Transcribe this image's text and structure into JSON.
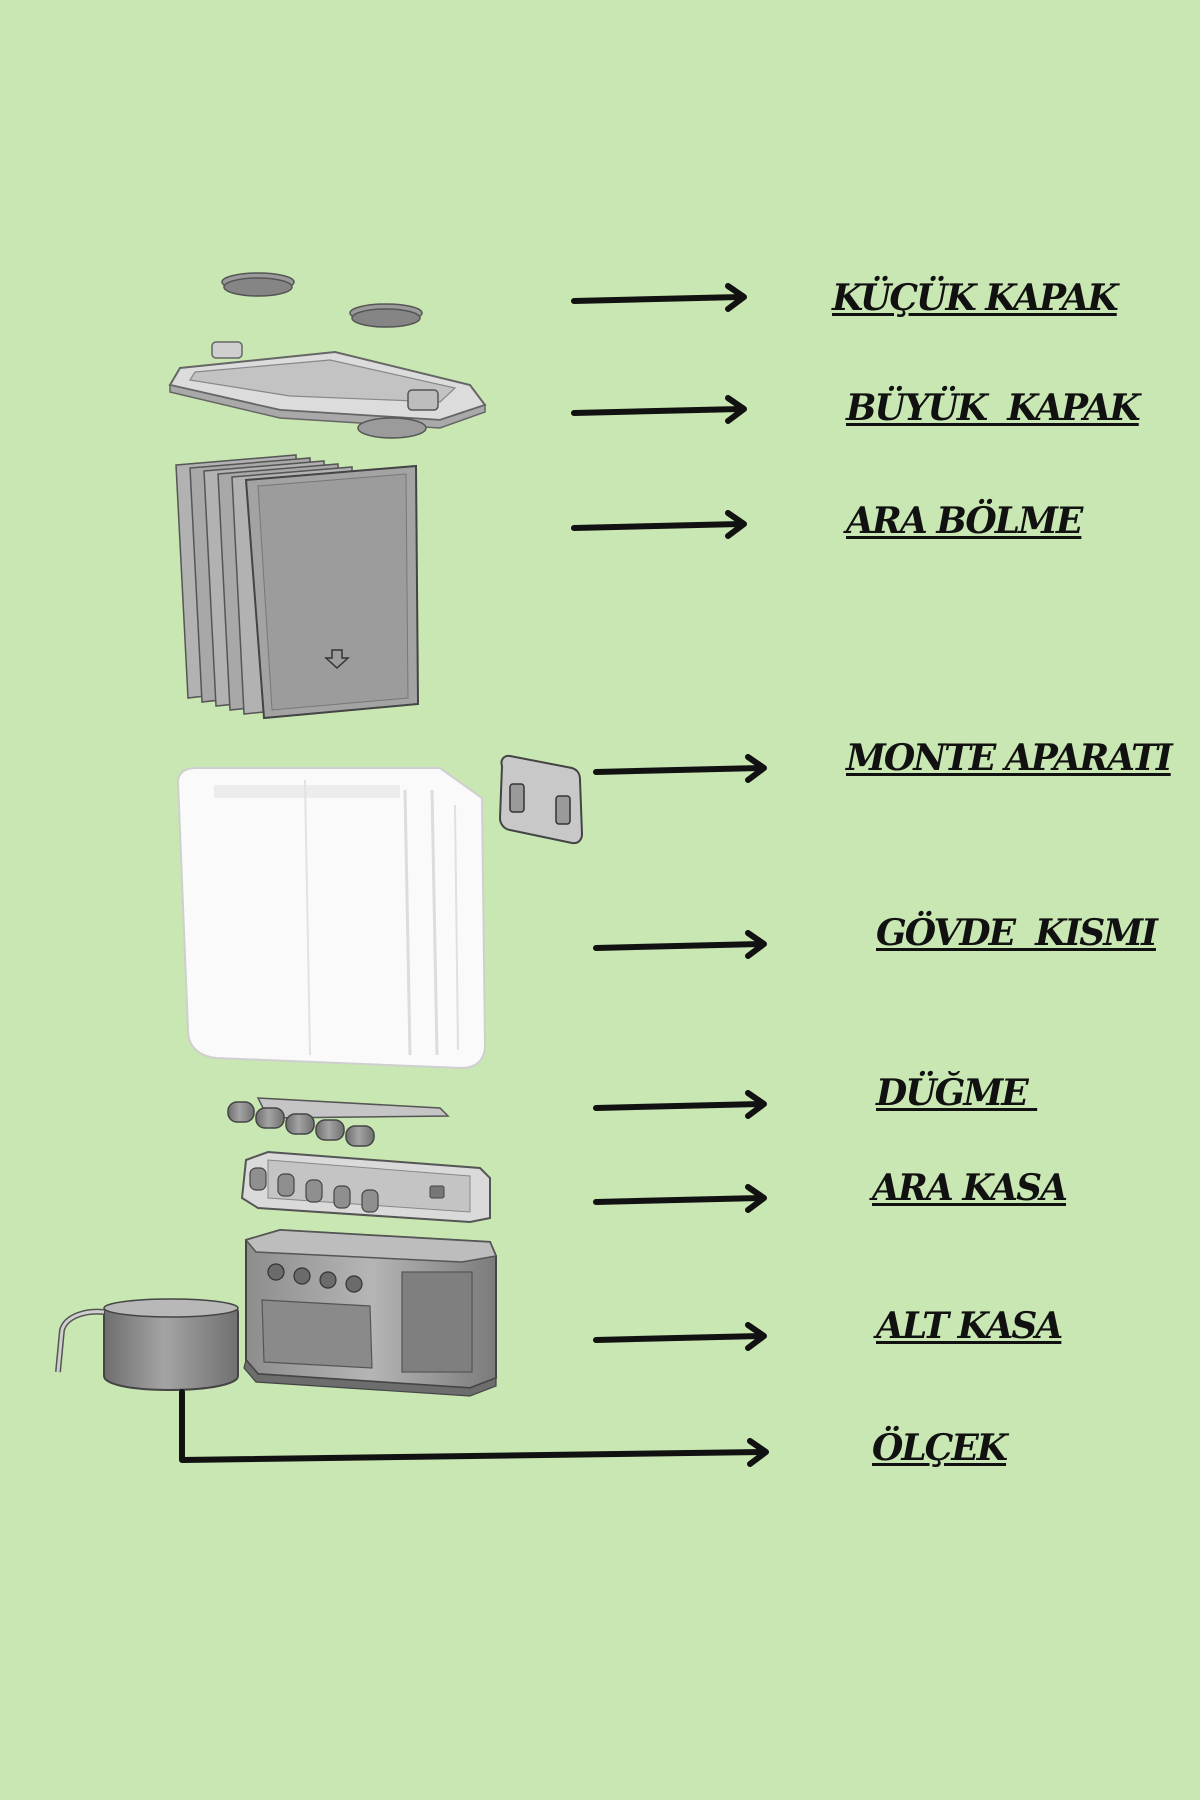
{
  "background_color": "#c9e7b2",
  "parts": [
    {
      "id": "kucuk-kapak",
      "label": "KÜÇÜK KAPAK"
    },
    {
      "id": "buyuk-kapak",
      "label": "BÜYÜK  KAPAK"
    },
    {
      "id": "ara-bolme",
      "label": "ARA BÖLME"
    },
    {
      "id": "monte-aparati",
      "label": "MONTE APARATI"
    },
    {
      "id": "govde-kismi",
      "label": "GÖVDE  KISMI"
    },
    {
      "id": "dugme",
      "label": "DÜĞME "
    },
    {
      "id": "ara-kasa",
      "label": "ARA KASA"
    },
    {
      "id": "alt-kasa",
      "label": "ALT KASA"
    },
    {
      "id": "olcek",
      "label": "ÖLÇEK"
    }
  ]
}
